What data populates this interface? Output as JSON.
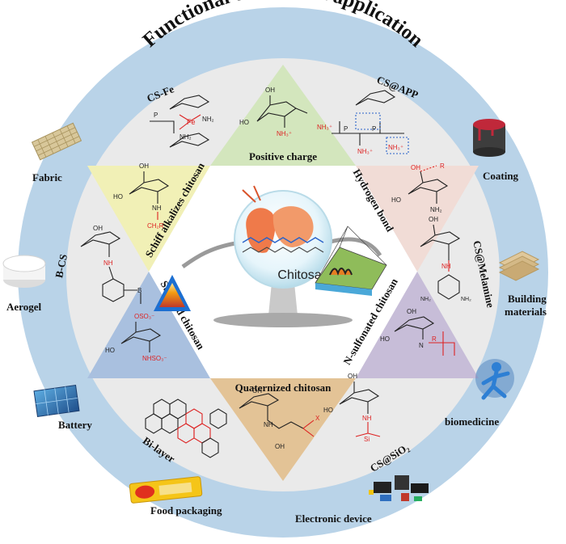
{
  "title": "Functional design and application",
  "center_label": "Chitosan",
  "triangles": {
    "positive_charge": "Positive charge",
    "hydrogen_bond": "Hydrogen bond",
    "n_sulfonated": "N-sulfonated chitosan",
    "quaternized": "Quaternized chitosan",
    "sulfated": "Sulfated chitosan",
    "schiff": "Schiff alkalizes chitosan"
  },
  "modifications": {
    "cs_fe": "CS-Fe",
    "cs_app": "CS@APP",
    "cs_melamine": "CS@Melamine",
    "cs_sio2": "CS@SiO₂",
    "bi_layer": "Bi-layer",
    "b_cs": "B-CS"
  },
  "applications": {
    "fabric": "Fabric",
    "coating": "Coating",
    "aerogel": "Aerogel",
    "building_line1": "Building",
    "building_line2": "materials",
    "battery": "Battery",
    "biomedicine": "biomedicine",
    "food_packaging": "Food packaging",
    "electronic_device": "Electronic device"
  },
  "chem_labels": {
    "oh": "OH",
    "ho": "HO",
    "nh2": "NH₂",
    "nh3": "NH₃⁺",
    "nh": "NH",
    "n": "N",
    "r": "R",
    "ch2r": "CH₂R",
    "oso3": "OSO₃⁻",
    "nhso3": "NHSO₃⁻",
    "x": "X",
    "si": "Si",
    "b": "B",
    "fe": "Fe",
    "p": "P"
  },
  "colors": {
    "outer_ring": "#b9d3e8",
    "inner_disc": "#eaeaea",
    "tri_positive": "#d3e6bd",
    "tri_hydrogen": "#f1dcd6",
    "tri_nsulf": "#c7bdd8",
    "tri_quat": "#e3c396",
    "tri_sulfated": "#a9c0df",
    "tri_schiff": "#f1f0b6"
  }
}
